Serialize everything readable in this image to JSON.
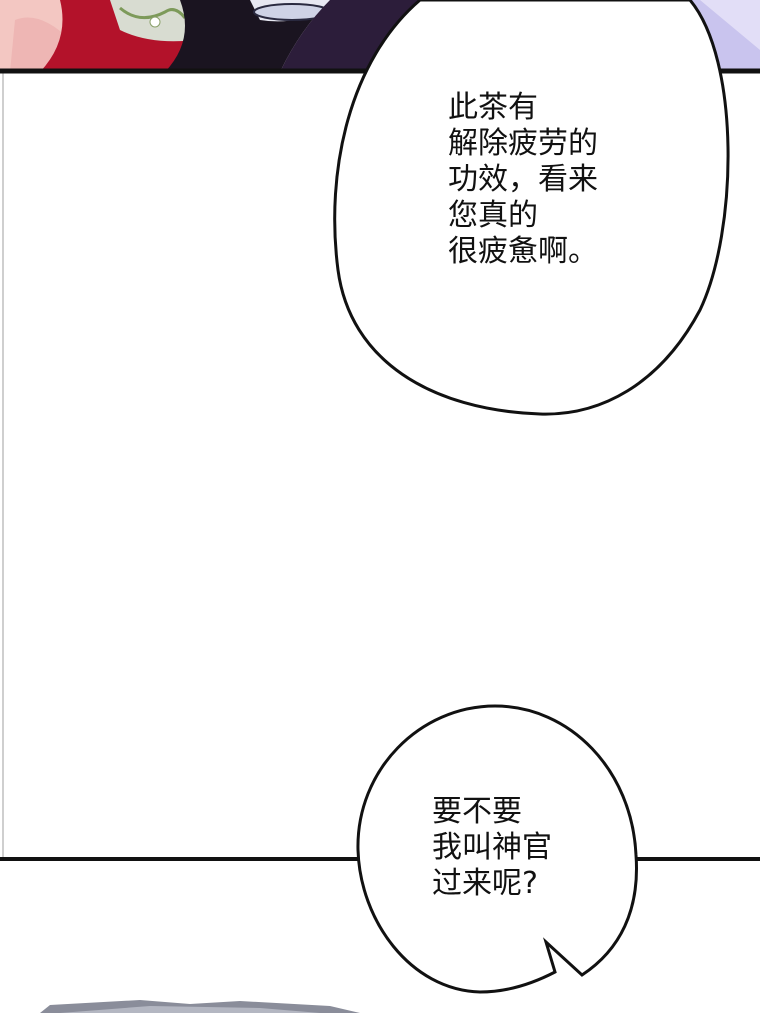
{
  "bubbles": [
    {
      "lines": [
        "此茶有",
        "解除疲劳的",
        "功效，看来",
        "您真的",
        "很疲惫啊。"
      ]
    },
    {
      "lines": [
        "要不要",
        "我叫神官",
        "过来呢?"
      ]
    }
  ],
  "colors": {
    "panel_border": "#111111",
    "dress_red": "#b3122a",
    "hair_black": "#1a1420",
    "skin": "#f3c7c2",
    "lavender": "#c9c4ee",
    "gray_bottom": "#8a8d9a"
  }
}
